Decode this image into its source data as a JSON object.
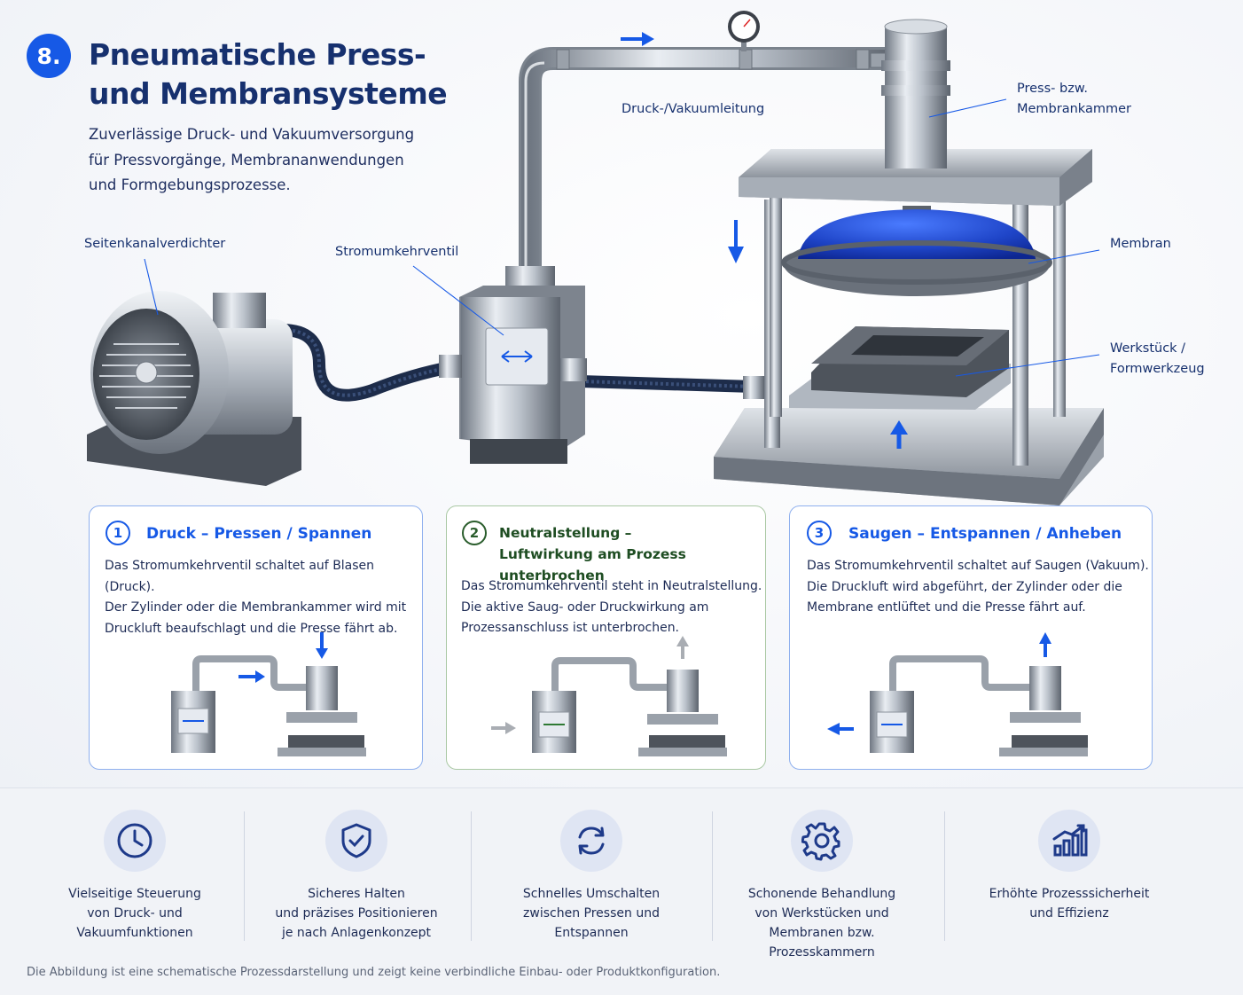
{
  "header": {
    "step_number": "8.",
    "title_line1": "Pneumatische Press-",
    "title_line2": "und Membransysteme",
    "subtitle_line1": "Zuverlässige Druck- und Vakuumversorgung",
    "subtitle_line2": "für Pressvorgänge, Membrananwendungen",
    "subtitle_line3": "und Formgebungsprozesse."
  },
  "callouts": {
    "compressor": "Seitenkanalverdichter",
    "valve": "Stromumkehrventil",
    "line": "Druck-/Vakuumleitung",
    "chamber_line1": "Press- bzw.",
    "chamber_line2": "Membrankammer",
    "membrane": "Membran",
    "workpiece_line1": "Werkstück /",
    "workpiece_line2": "Formwerkzeug"
  },
  "cards": [
    {
      "number": "1",
      "title": "Druck – Pressen / Spannen",
      "lines": [
        "Das Stromumkehrventil schaltet auf Blasen (Druck).",
        "Der Zylinder oder die Membrankammer wird mit",
        "Druckluft beaufschlagt und die Presse fährt ab."
      ]
    },
    {
      "number": "2",
      "title_line1": "Neutralstellung –",
      "title_line2": "Luftwirkung am Prozess unterbrochen",
      "lines": [
        "Das Stromumkehrventil steht in Neutralstellung.",
        "Die aktive Saug- oder Druckwirkung am",
        "Prozessanschluss ist unterbrochen."
      ]
    },
    {
      "number": "3",
      "title": "Saugen – Entspannen / Anheben",
      "lines": [
        "Das Stromumkehrventil schaltet auf Saugen (Vakuum).",
        "Die Druckluft wird abgeführt, der Zylinder oder die",
        "Membrane entlüftet und die Presse fährt auf."
      ]
    }
  ],
  "features": [
    {
      "icon": "clock-icon",
      "lines": [
        "Vielseitige Steuerung",
        "von Druck- und",
        "Vakuumfunktionen"
      ]
    },
    {
      "icon": "shield-check-icon",
      "lines": [
        "Sicheres Halten",
        "und präzises Positionieren",
        "je nach Anlagenkonzept"
      ]
    },
    {
      "icon": "refresh-icon",
      "lines": [
        "Schnelles Umschalten",
        "zwischen Pressen und",
        "Entspannen"
      ]
    },
    {
      "icon": "gear-icon",
      "lines": [
        "Schonende Behandlung",
        "von Werkstücken und",
        "Membranen bzw.",
        "Prozesskammern"
      ]
    },
    {
      "icon": "bar-chart-icon",
      "lines": [
        "Erhöhte Prozesssicherheit",
        "und Effizienz"
      ]
    }
  ],
  "disclaimer": "Die Abbildung ist eine schematische Prozessdarstellung und zeigt keine verbindliche Einbau- oder Produktkonfiguration.",
  "colors": {
    "accent_blue": "#1659e6",
    "navy": "#16306e",
    "neutral_green": "#1e4d22",
    "membrane_blue": "#1f45c8"
  }
}
